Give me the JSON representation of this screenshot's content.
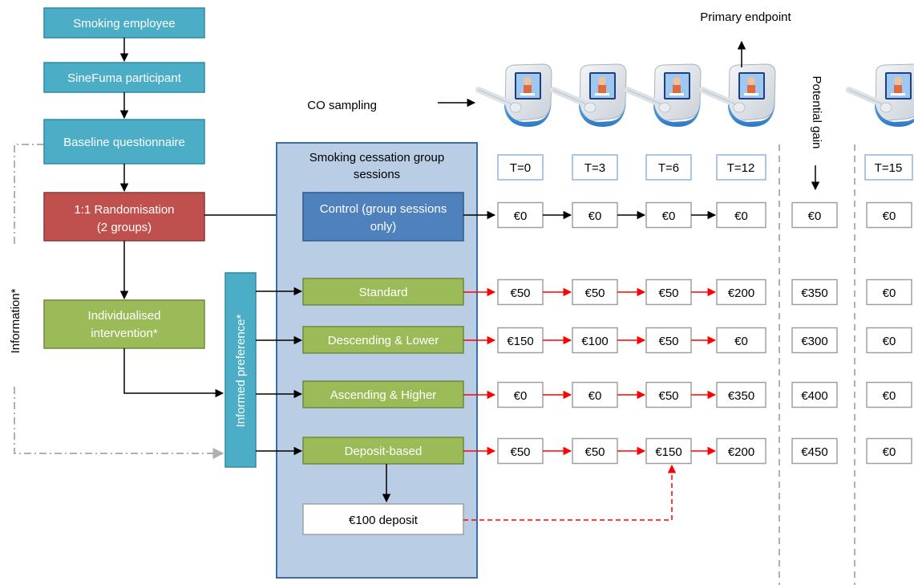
{
  "labels": {
    "smoking_employee": "Smoking employee",
    "sinefuma_participant": "SineFuma participant",
    "baseline_questionnaire": "Baseline questionnaire",
    "randomisation_line1": "1:1 Randomisation",
    "randomisation_line2": "(2 groups)",
    "individualised_line1": "Individualised",
    "individualised_line2": "intervention*",
    "information": "Information*",
    "informed_preference": "Informed preference*",
    "group_sessions_line1": "Smoking cessation group",
    "group_sessions_line2": "sessions",
    "control_line1": "Control (group sessions",
    "control_line2": "only)",
    "deposit": "€100 deposit",
    "co_sampling": "CO sampling",
    "primary_endpoint": "Primary endpoint",
    "potential_gain": "Potential gain"
  },
  "timepoints": [
    "T=0",
    "T=3",
    "T=6",
    "T=12",
    "T=15"
  ],
  "arms": [
    {
      "name": "Control (group sessions only)",
      "rewards": [
        "€0",
        "€0",
        "€0",
        "€0"
      ],
      "gain": "€0",
      "t15": "€0"
    },
    {
      "name": "Standard",
      "rewards": [
        "€50",
        "€50",
        "€50",
        "€200"
      ],
      "gain": "€350",
      "t15": "€0"
    },
    {
      "name": "Descending & Lower",
      "rewards": [
        "€150",
        "€100",
        "€50",
        "€0"
      ],
      "gain": "€300",
      "t15": "€0"
    },
    {
      "name": "Ascending & Higher",
      "rewards": [
        "€0",
        "€0",
        "€50",
        "€350"
      ],
      "gain": "€400",
      "t15": "€0"
    },
    {
      "name": "Deposit-based",
      "rewards": [
        "€50",
        "€50",
        "€150",
        "€200"
      ],
      "gain": "€450",
      "t15": "€0"
    }
  ],
  "colors": {
    "teal_box": "#4badc6",
    "teal_border": "#2f8aa3",
    "red_box": "#c0504d",
    "red_border": "#8c3836",
    "green_box": "#9bbb59",
    "green_border": "#6f8a3a",
    "blue_box": "#4f81bd",
    "blue_border": "#2f5a8c",
    "panel_fill": "#b9cde5",
    "panel_border": "#3a6ea5",
    "red_arrow": "#ff0000",
    "grey_line": "#b0b0b0"
  }
}
